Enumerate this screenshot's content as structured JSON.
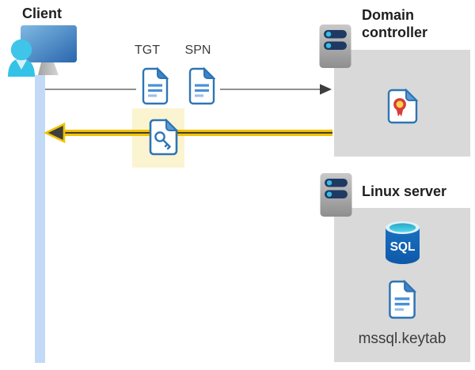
{
  "client": {
    "label": "Client"
  },
  "flow": {
    "tgt_label": "TGT",
    "spn_label": "SPN"
  },
  "domain_controller": {
    "label": "Domain controller"
  },
  "linux_server": {
    "label": "Linux server",
    "sql_badge": "SQL",
    "keytab_filename": "mssql.keytab"
  },
  "icons": {
    "client": "user-at-monitor",
    "tgt": "document",
    "spn": "document",
    "service_ticket": "document-with-key",
    "domain_controller": "server-tower",
    "certificate": "document-with-ribbon-seal",
    "linux_server": "server-tower",
    "database": "sql-database-cylinder",
    "keytab": "document"
  },
  "colors": {
    "response_arrow_gold": "#F2C200",
    "highlight_panel": "#FBF4D0",
    "request_arrow_gray": "#6B6B6B",
    "arrowhead_dark": "#3E3E3E",
    "container_gray": "#D9D9D9",
    "timeline_blue": "#C3DAF6",
    "icon_blue": "#2E74B5",
    "person_cyan": "#3BC4E9"
  }
}
